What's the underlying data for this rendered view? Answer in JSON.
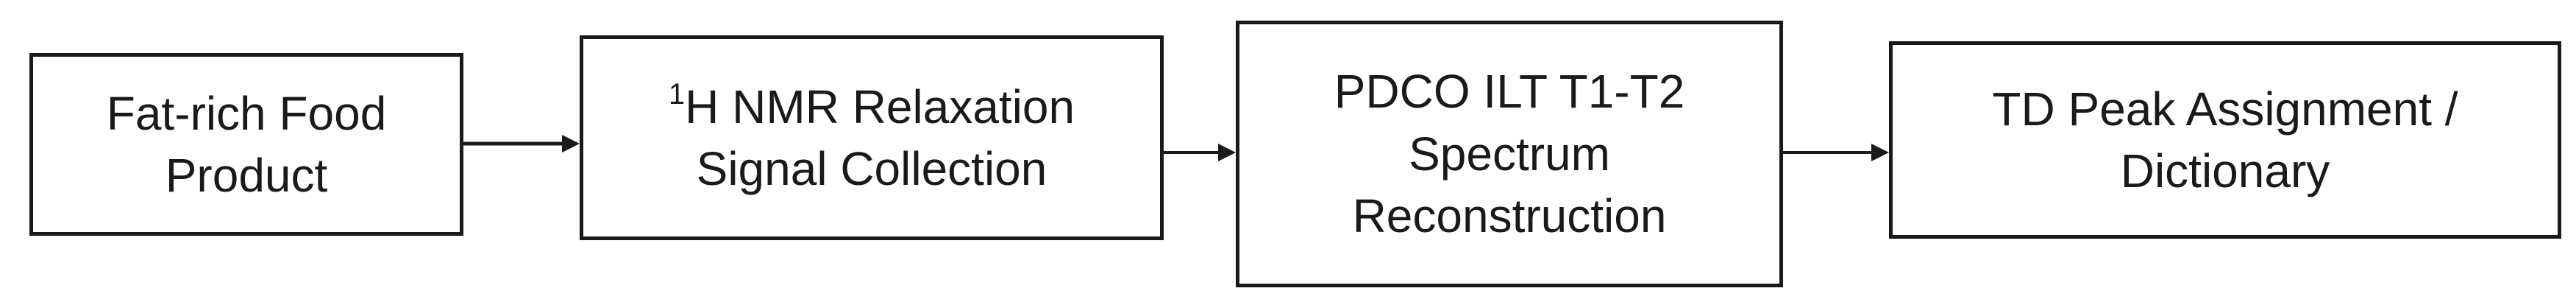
{
  "diagram": {
    "boxes": [
      {
        "id": "food-product",
        "lines": [
          "Fat-rich Food",
          "Product"
        ]
      },
      {
        "id": "nmr-signal",
        "superscript": "1",
        "lines": [
          "H NMR Relaxation",
          "Signal Collection"
        ]
      },
      {
        "id": "pdco-ilt",
        "lines": [
          "PDCO ILT T1-T2",
          "Spectrum",
          "Reconstruction"
        ]
      },
      {
        "id": "td-peak",
        "lines": [
          "TD Peak Assignment /",
          "Dictionary"
        ]
      }
    ],
    "edges": [
      {
        "from": "food-product",
        "to": "nmr-signal"
      },
      {
        "from": "nmr-signal",
        "to": "pdco-ilt"
      },
      {
        "from": "pdco-ilt",
        "to": "td-peak"
      }
    ],
    "colors": {
      "stroke": "#1a1a1a",
      "fill": "#ffffff",
      "text": "#1a1a1a"
    }
  }
}
